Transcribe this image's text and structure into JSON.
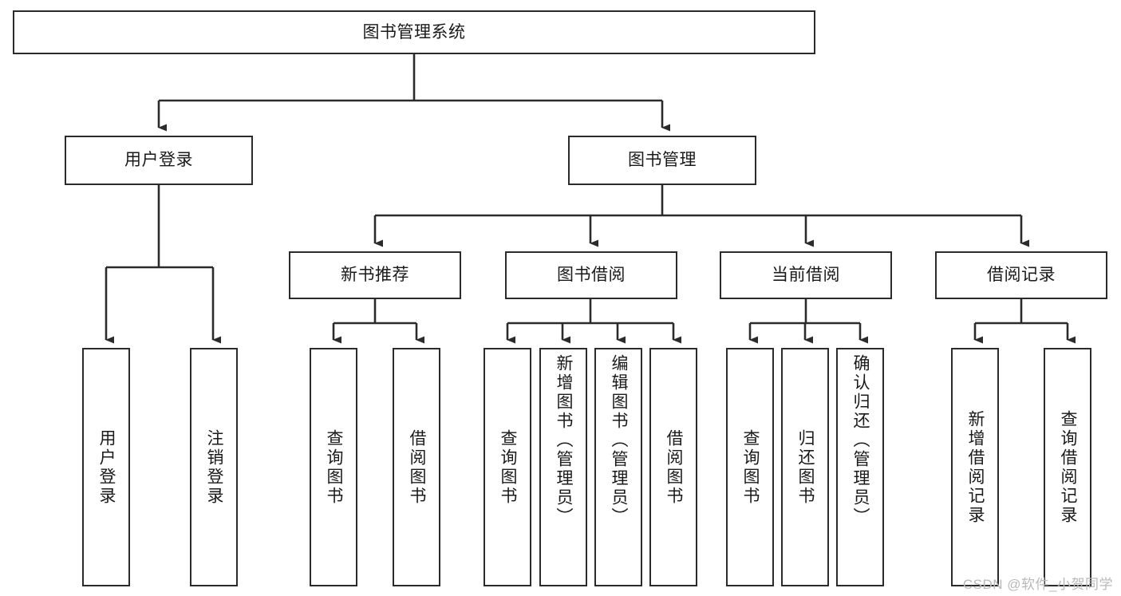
{
  "diagram": {
    "type": "hierarchy-tree",
    "title": "图书管理系统",
    "root": {
      "id": "root",
      "label": "图书管理系统",
      "orientation": "horizontal"
    },
    "level2": [
      {
        "id": "user-login",
        "label": "用户登录",
        "orientation": "horizontal"
      },
      {
        "id": "book-management",
        "label": "图书管理",
        "orientation": "horizontal"
      }
    ],
    "level3": [
      {
        "id": "new-book-recommend",
        "label": "新书推荐",
        "orientation": "horizontal",
        "parent": "book-management"
      },
      {
        "id": "book-borrow",
        "label": "图书借阅",
        "orientation": "horizontal",
        "parent": "book-management"
      },
      {
        "id": "current-borrow",
        "label": "当前借阅",
        "orientation": "horizontal",
        "parent": "book-management"
      },
      {
        "id": "borrow-record",
        "label": "借阅记录",
        "orientation": "horizontal",
        "parent": "book-management"
      }
    ],
    "leaves": [
      {
        "id": "leaf-user-login",
        "label": "用户登录",
        "parent": "user-login",
        "orientation": "vertical"
      },
      {
        "id": "leaf-user-logout",
        "label": "注销登录",
        "parent": "user-login",
        "orientation": "vertical"
      },
      {
        "id": "leaf-query-book-1",
        "label": "查询图书",
        "parent": "new-book-recommend",
        "orientation": "vertical"
      },
      {
        "id": "leaf-borrow-book-1",
        "label": "借阅图书",
        "parent": "new-book-recommend",
        "orientation": "vertical"
      },
      {
        "id": "leaf-query-book-2",
        "label": "查询图书",
        "parent": "book-borrow",
        "orientation": "vertical"
      },
      {
        "id": "leaf-add-book",
        "label": "新增图书（管理员）",
        "parent": "book-borrow",
        "orientation": "vertical"
      },
      {
        "id": "leaf-edit-book",
        "label": "编辑图书（管理员）",
        "parent": "book-borrow",
        "orientation": "vertical"
      },
      {
        "id": "leaf-borrow-book-2",
        "label": "借阅图书",
        "parent": "book-borrow",
        "orientation": "vertical"
      },
      {
        "id": "leaf-query-book-3",
        "label": "查询图书",
        "parent": "current-borrow",
        "orientation": "vertical"
      },
      {
        "id": "leaf-return-book",
        "label": "归还图书",
        "parent": "current-borrow",
        "orientation": "vertical"
      },
      {
        "id": "leaf-confirm-return",
        "label": "确认归还（管理员）",
        "parent": "current-borrow",
        "orientation": "vertical"
      },
      {
        "id": "leaf-add-record",
        "label": "新增借阅记录",
        "parent": "borrow-record",
        "orientation": "vertical"
      },
      {
        "id": "leaf-query-record",
        "label": "查询借阅记录",
        "parent": "borrow-record",
        "orientation": "vertical"
      }
    ],
    "colors": {
      "stroke": "#2b2b2b",
      "box_fill": "#ffffff",
      "text": "#1a1a1a",
      "watermark": "#b9b9b9",
      "background": "#ffffff"
    }
  },
  "watermark": {
    "text": "CSDN @软件_小贺同学"
  }
}
